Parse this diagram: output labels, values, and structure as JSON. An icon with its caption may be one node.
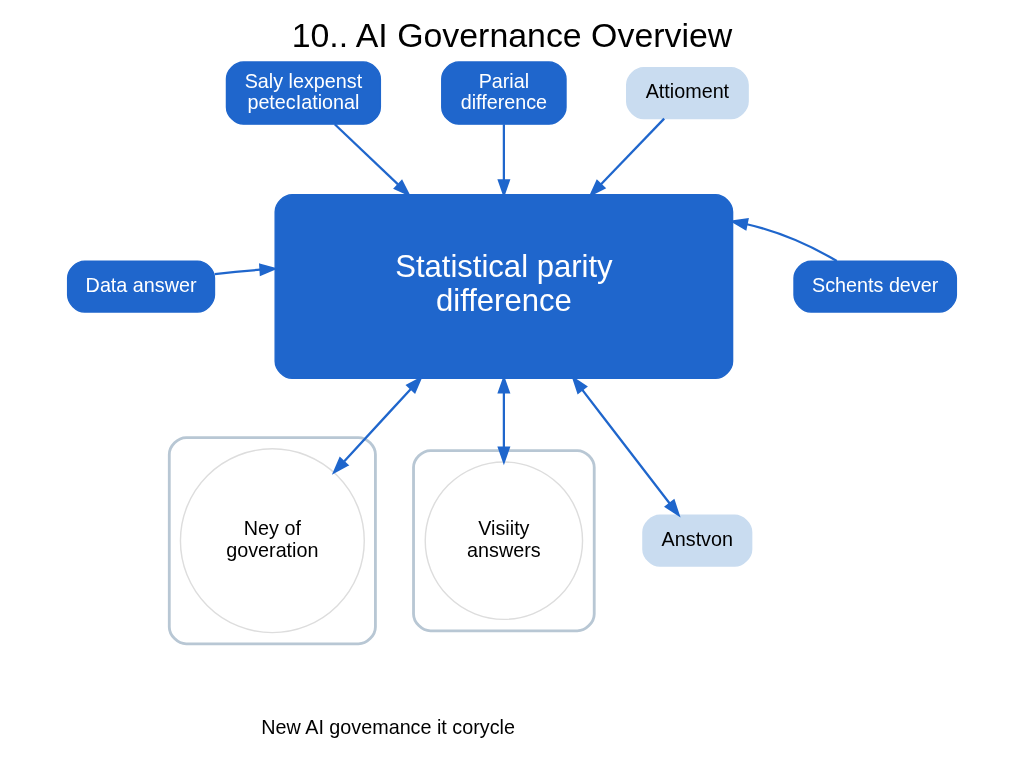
{
  "diagram": {
    "title": "10.. AI Governance Overview",
    "caption": "New AI govemance it corycle",
    "nodes": [
      {
        "text": [
          "Statistical parity difference"
        ]
      },
      {
        "text": [
          "Saly lexpenst petecIational"
        ]
      },
      {
        "text": [
          "Parial difference"
        ]
      },
      {
        "text": [
          "Attioment"
        ]
      },
      {
        "text": [
          "Schents dever"
        ]
      },
      {
        "text": [
          "Data answer"
        ]
      },
      {
        "text": [],
        "shape": "box"
      },
      {
        "text": [
          "Ney of goveration"
        ],
        "in": 6
      },
      {
        "text": [],
        "shape": "box"
      },
      {
        "text": [
          "Visiity answers"
        ],
        "in": 8
      },
      {
        "text": [
          "Anstvon"
        ]
      }
    ],
    "edges": [
      {
        "from": 1,
        "to": 0,
        "arrow": "to"
      },
      {
        "from": 2,
        "to": 0,
        "arrow": "to"
      },
      {
        "from": 3,
        "to": 0,
        "arrow": "to"
      },
      {
        "from": 4,
        "to": 0,
        "arrow": "to"
      },
      {
        "from": 5,
        "to": 0,
        "arrow": "to"
      },
      {
        "from": 0,
        "to": 7,
        "arrow": "both"
      },
      {
        "from": 0,
        "to": 10,
        "arrow": "both"
      },
      {
        "from": 0,
        "to": 9,
        "arrow": "both"
      }
    ]
  }
}
